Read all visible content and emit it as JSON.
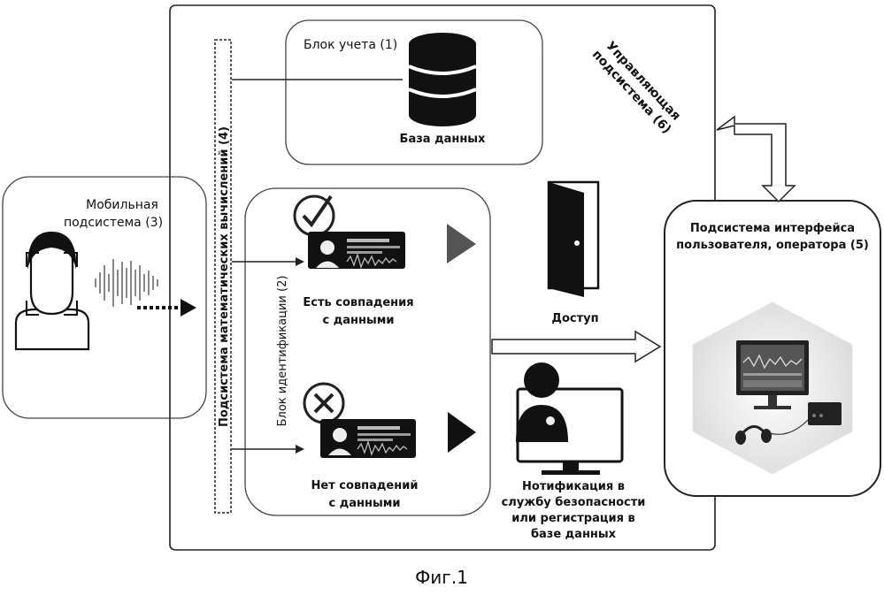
{
  "accounting_block": {
    "title": "Блок учета (1)",
    "db_label": "База данных"
  },
  "control_subsystem": {
    "line1": "Управляющая",
    "line2": "подсистема (6)"
  },
  "math_subsystem": {
    "label": "Подсистема математических вычислений (4)"
  },
  "identification_block": {
    "label": "Блок идентификации (2)"
  },
  "mobile_subsystem": {
    "line1": "Мобильная",
    "line2": "подсистема (3)"
  },
  "match": {
    "line1": "Есть совпадения",
    "line2": "с данными"
  },
  "no_match": {
    "line1": "Нет совпадений",
    "line2": "с данными"
  },
  "access": {
    "label": "Доступ"
  },
  "notification": {
    "line1": "Нотификация в",
    "line2": "службу безопасности",
    "line3": "или регистрация в",
    "line4": "базе данных"
  },
  "ui_subsystem": {
    "line1": "Подсистема интерфейса",
    "line2": "пользователя, оператора (5)"
  },
  "caption": "Фиг.1"
}
